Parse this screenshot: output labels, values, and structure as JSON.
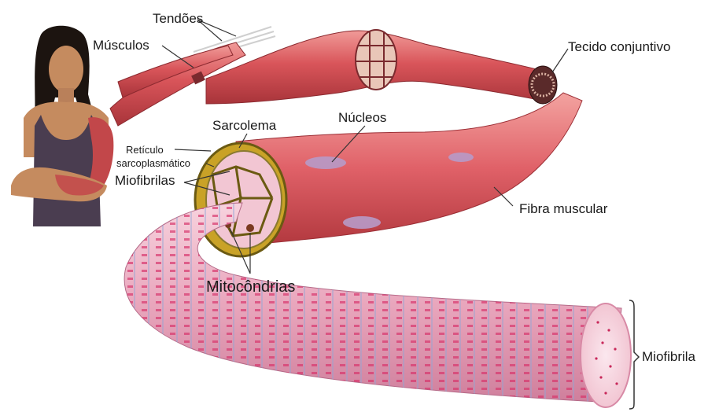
{
  "labels": {
    "tendoes": "Tendões",
    "musculos": "Músculos",
    "tecido_conjuntivo": "Tecido conjuntivo",
    "nucleos": "Núcleos",
    "sarcolema": "Sarcolema",
    "reticulo_line1": "Retículo",
    "reticulo_line2": "sarcoplasmático",
    "miofibrilas": "Miofibrilas",
    "fibra_muscular": "Fibra muscular",
    "mitocondrias": "Mitocôndrias",
    "miofibrila": "Miofibrila"
  },
  "colors": {
    "muscle": "#d9555a",
    "muscle_light": "#ee8c8c",
    "muscle_dark": "#b5373d",
    "myofibril_pink": "#f2c6d3",
    "myofibril_stripe": "#d6336b",
    "myofibril_blue": "#9fb4dd",
    "nucleus": "#b79ac8",
    "skin": "#c58b5f",
    "hair": "#1c1410",
    "tank_top": "#4a3d50",
    "sr_yellow": "#c9a227"
  }
}
